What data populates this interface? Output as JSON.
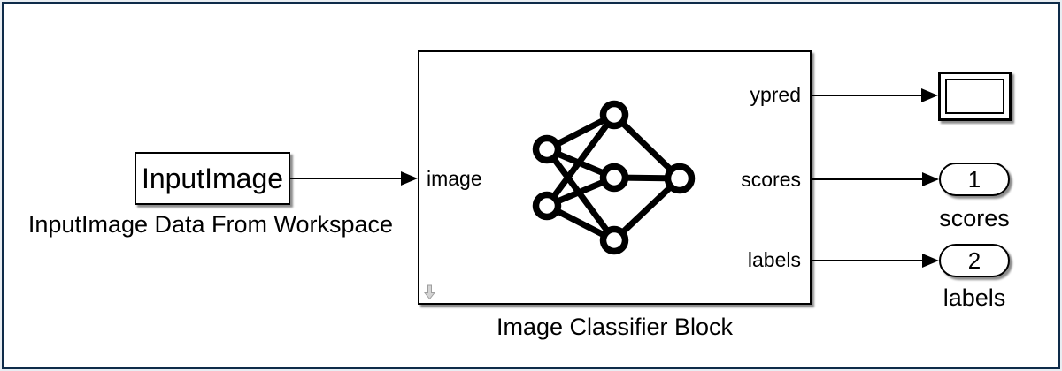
{
  "colors": {
    "frame_border": "#0e2b49",
    "block_border": "#000000",
    "wire": "#000000",
    "canvas": "#ffffff",
    "mask_arrow_fill": "#d4d4d4",
    "mask_arrow_stroke": "#9e9e9e"
  },
  "source_block": {
    "name": "InputImage",
    "annotation": "InputImage Data From Workspace"
  },
  "classifier": {
    "caption": "Image Classifier Block",
    "ports": {
      "in": [
        {
          "label": "image"
        }
      ],
      "out": [
        {
          "label": "ypred"
        },
        {
          "label": "scores"
        },
        {
          "label": "labels"
        }
      ]
    }
  },
  "outports": [
    {
      "number": "1",
      "label": "scores"
    },
    {
      "number": "2",
      "label": "labels"
    }
  ]
}
